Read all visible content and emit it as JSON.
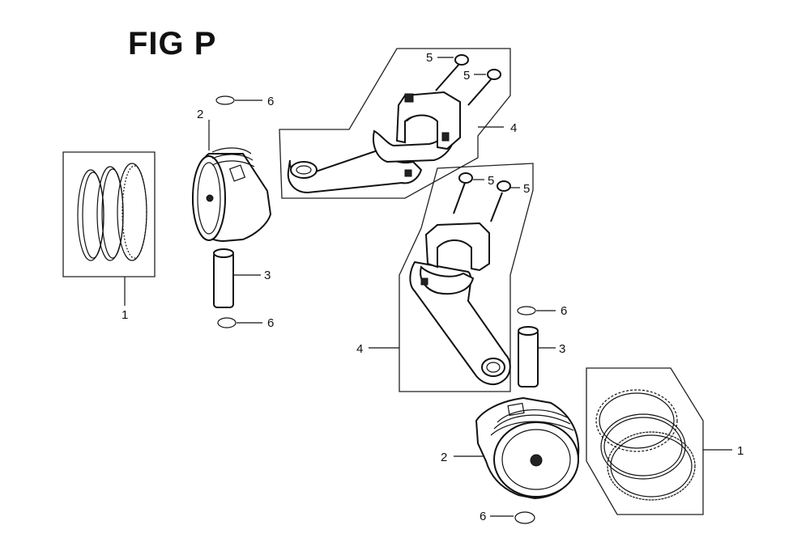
{
  "title": "FIG P",
  "callouts": {
    "rings_left": "1",
    "rings_right": "1",
    "piston_upper": "2",
    "piston_lower": "2",
    "pin_upper": "3",
    "pin_lower": "3",
    "rod_upper": "4",
    "rod_lower": "4",
    "bolt_a": "5",
    "bolt_b": "5",
    "bolt_c": "5",
    "bolt_d": "5",
    "clip_a": "6",
    "clip_b": "6",
    "clip_c": "6",
    "clip_d": "6"
  }
}
